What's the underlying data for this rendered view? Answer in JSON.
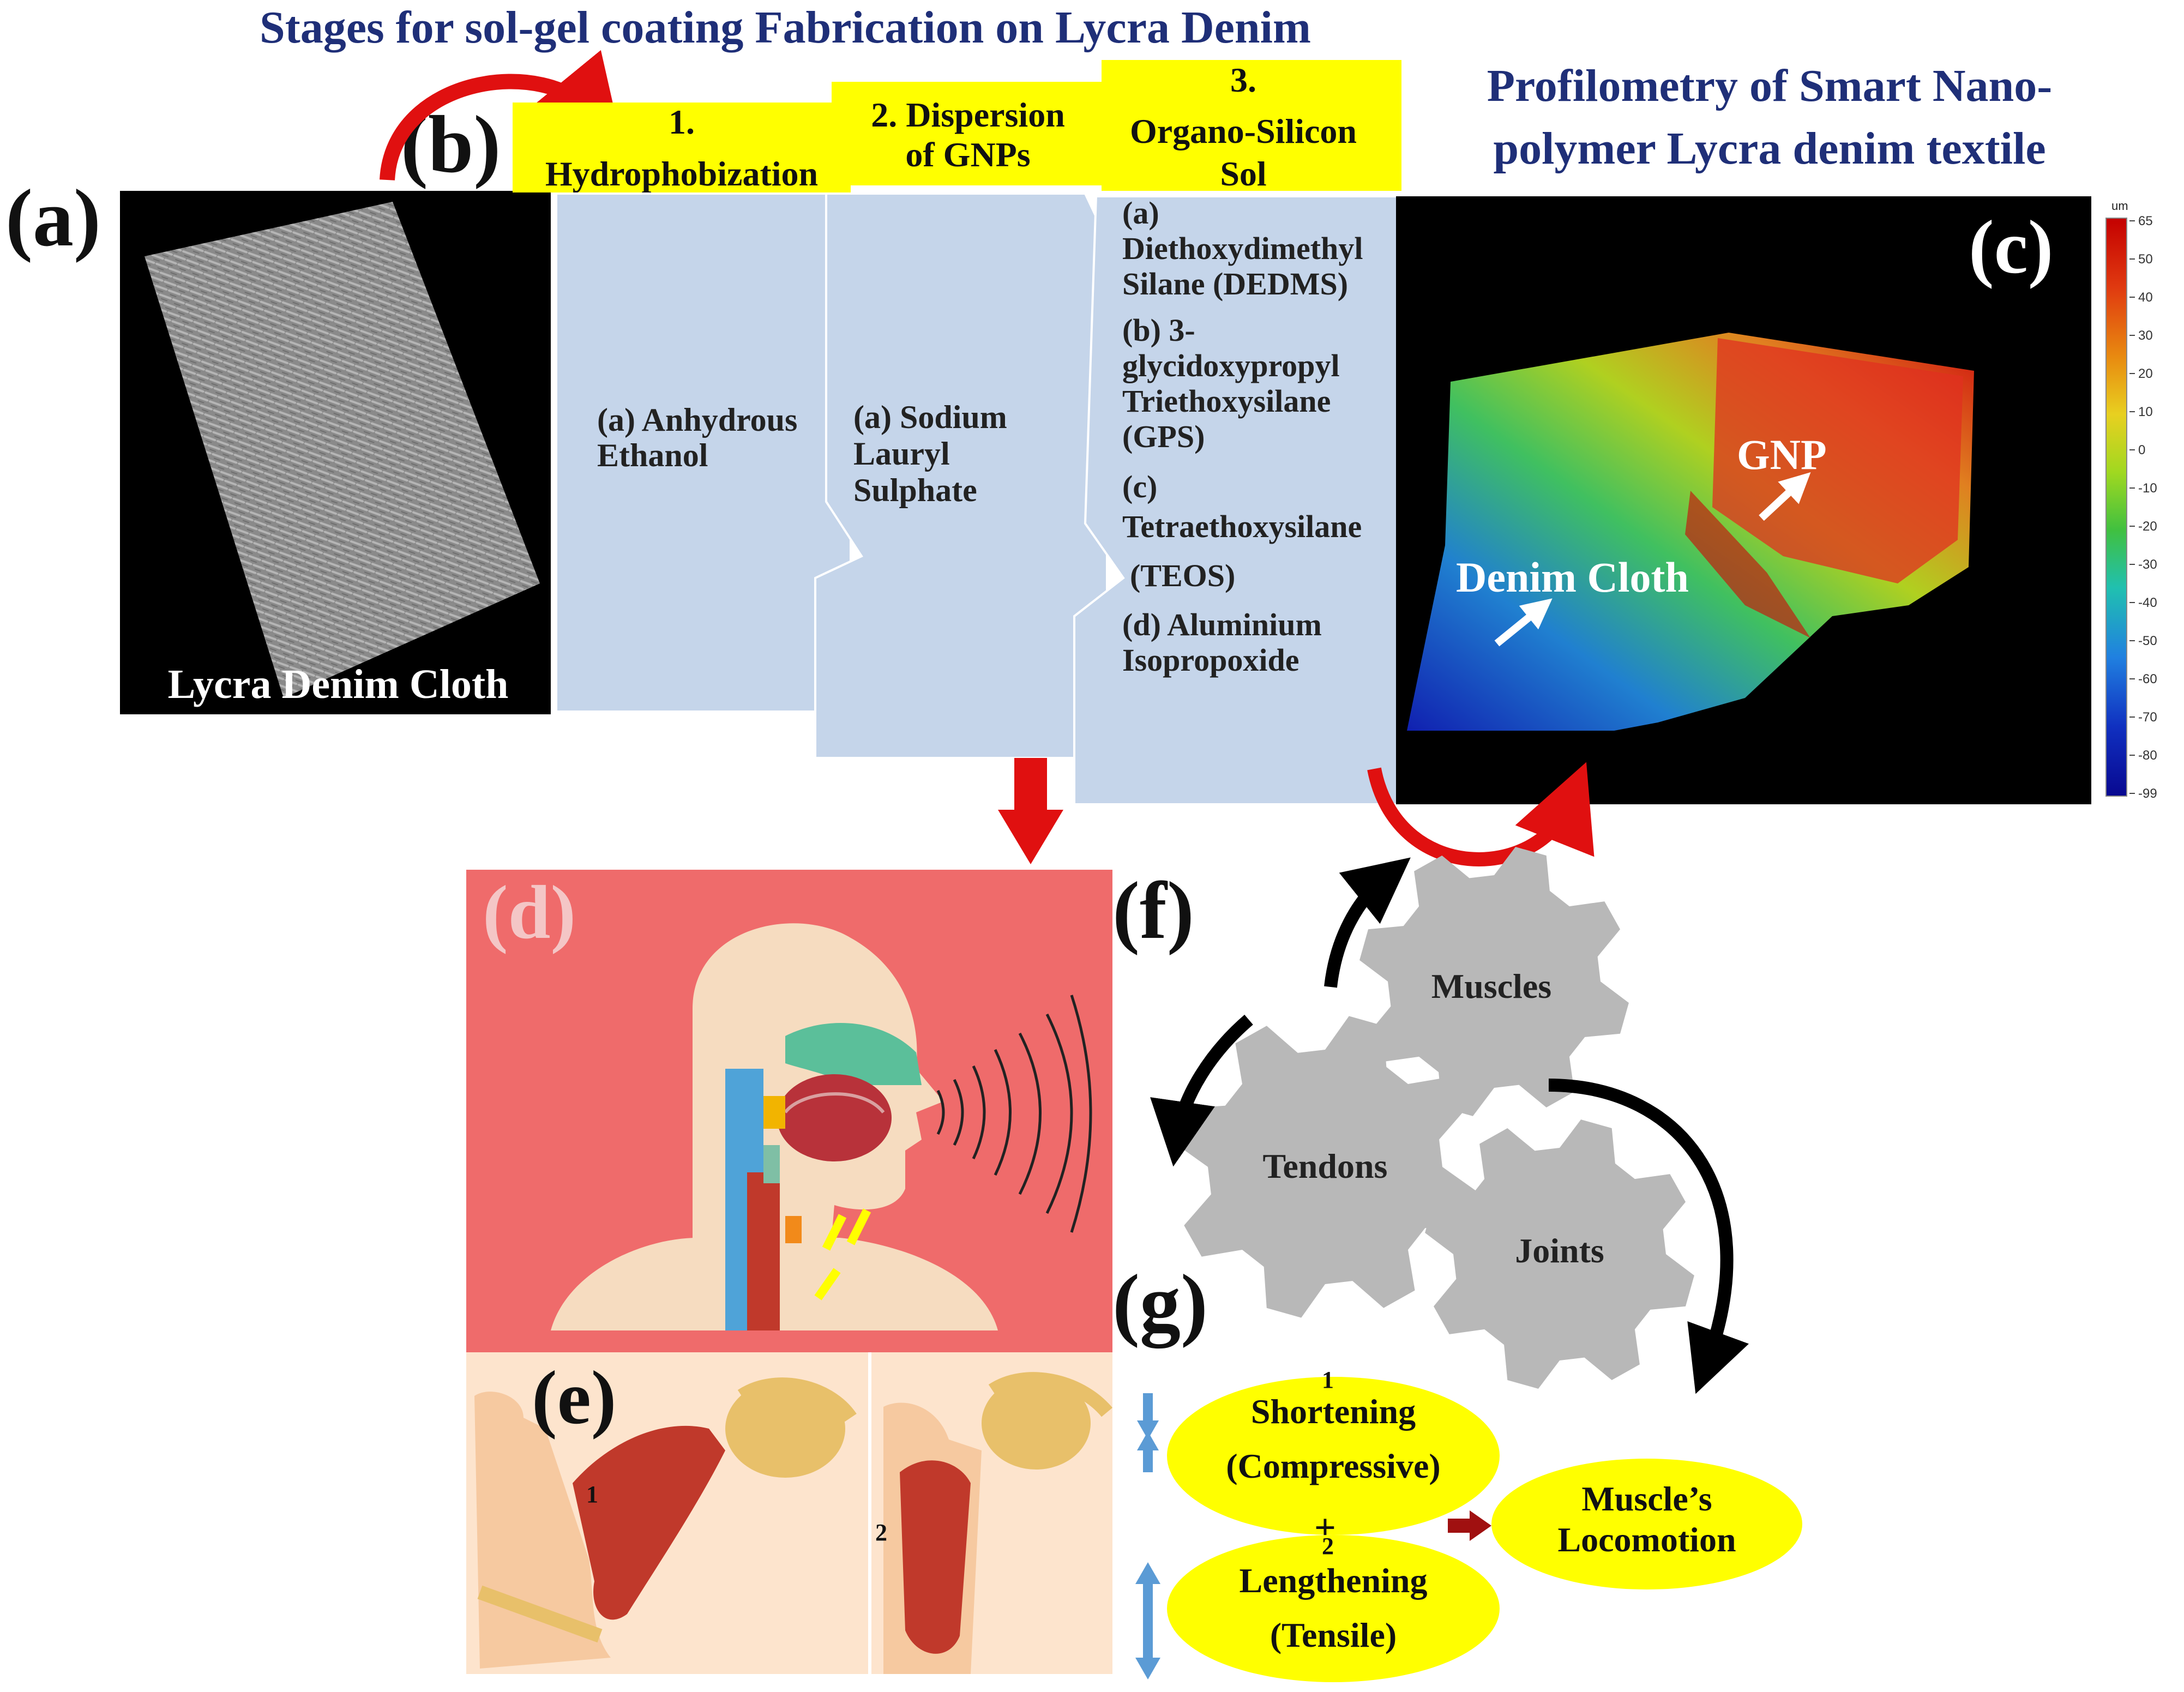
{
  "header": {
    "title": "Stages for sol-gel coating Fabrication on Lycra Denim",
    "profilometry_title_line1": "Profilometry of Smart Nano-",
    "profilometry_title_line2": "polymer Lycra denim textile"
  },
  "panel_labels": {
    "a": "(a)",
    "b": "(b)",
    "c": "(c)",
    "d": "(d)",
    "e": "(e)",
    "f": "(f)",
    "g": "(g)"
  },
  "panel_a": {
    "caption": "Lycra Denim Cloth"
  },
  "stages": [
    {
      "header_lines": [
        "1.",
        "Hydrophobization"
      ],
      "body_lines": [
        "(a) Anhydrous",
        "Ethanol"
      ]
    },
    {
      "header_lines": [
        "2. Dispersion",
        "of GNPs"
      ],
      "body_lines": [
        "(a) Sodium",
        "Lauryl",
        "Sulphate"
      ]
    },
    {
      "header_lines": [
        "3.",
        "Organo-Silicon",
        "Sol"
      ],
      "body_lines": [
        "(a)",
        "Diethoxydimethyl",
        "Silane (DEDMS)",
        "(b) 3-",
        "glycidoxypropyl",
        "Triethoxysilane",
        "(GPS)",
        "(c)",
        "Tetraethoxysilane",
        "(TEOS)",
        "(d) Aluminium",
        "Isopropoxide"
      ]
    }
  ],
  "panel_c": {
    "labels": {
      "gnp": "GNP",
      "denim": "Denim Cloth"
    },
    "scale_unit": "um",
    "scale_ticks": [
      "65",
      "50",
      "40",
      "30",
      "20",
      "10",
      "0",
      "-10",
      "-20",
      "-30",
      "-40",
      "-50",
      "-60",
      "-70",
      "-80",
      "-99"
    ],
    "scale_colors": [
      "#c40000",
      "#e03a10",
      "#e87a10",
      "#e8c020",
      "#b0d820",
      "#40c040",
      "#20c0a0",
      "#2080e0",
      "#1030c0",
      "#080890"
    ]
  },
  "gears": {
    "muscles": "Muscles",
    "tendons": "Tendons",
    "joints": "Joints"
  },
  "panel_e": {
    "label_1": "1",
    "label_2": "2"
  },
  "panel_g": {
    "shortening_num": "1",
    "shortening_line1": "Shortening",
    "shortening_line2": "(Compressive)",
    "plus": "+",
    "lengthening_num": "2",
    "lengthening_line1": "Lengthening",
    "lengthening_line2": "(Tensile)",
    "result_line1": "Muscle’s",
    "result_line2": "Locomotion"
  },
  "colors": {
    "title_blue": "#1f2f78",
    "stage_yellow": "#ffff00",
    "stage_body": "#c5d5ea",
    "arrow_red": "#e01010",
    "panel_d_bg": "#ef6b6b",
    "gear_gray": "#b8b8b8",
    "ellipse_yellow": "#ffff00",
    "arrow_blue": "#5b9bd5"
  }
}
